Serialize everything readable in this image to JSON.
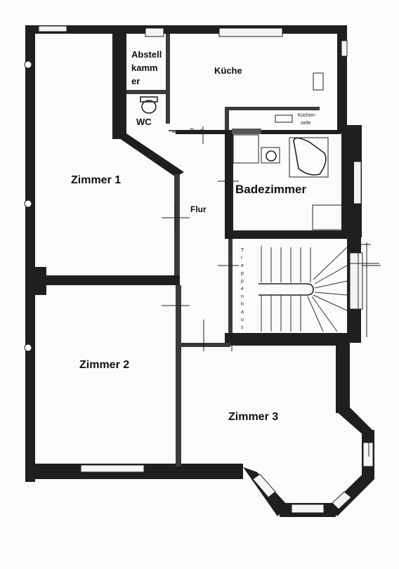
{
  "plan": {
    "rooms": {
      "abstellkammer": [
        "Abstell",
        "kamm",
        "er"
      ],
      "kueche": "Küche",
      "kuechenzeile": [
        "Küchen-",
        "zeile"
      ],
      "wc": "WC",
      "text_marker": "Text",
      "zimmer1": "Zimmer 1",
      "badezimmer": "Badezimmer",
      "flur": "Flur",
      "treppenhaus": [
        "T",
        "r",
        "e",
        "p",
        "p",
        "e",
        "n",
        "h",
        "a",
        "u",
        "s"
      ],
      "zimmer2": "Zimmer 2",
      "zimmer3": "Zimmer 3"
    },
    "colors": {
      "wall": "#1f1f1f",
      "background": "#fbfbfb",
      "text": "#111111"
    }
  }
}
